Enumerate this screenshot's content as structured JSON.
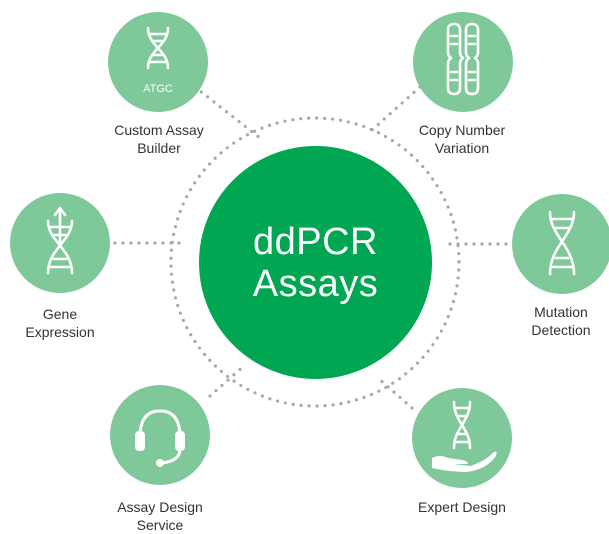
{
  "center": {
    "line1": "ddPCR",
    "line2": "Assays"
  },
  "nodes": {
    "custom_assay_builder": {
      "line1": "Custom Assay",
      "line2": "Builder",
      "icon_text": "ATGC",
      "icon": "dna-icon"
    },
    "copy_number_variation": {
      "line1": "Copy Number",
      "line2": "Variation",
      "icon": "chromosome-icon"
    },
    "gene_expression": {
      "line1": "Gene",
      "line2": "Expression",
      "icon": "dna-arrow-icon"
    },
    "mutation_detection": {
      "line1": "Mutation",
      "line2": "Detection",
      "icon": "dna-icon"
    },
    "assay_design_service": {
      "line1": "Assay Design",
      "line2": "Service",
      "icon": "headset-icon"
    },
    "expert_design": {
      "line1": "Expert Design",
      "icon": "dna-hand-icon"
    }
  },
  "colors": {
    "center": "#00a651",
    "node": "#7fc89a",
    "dots": "#a8a8a8",
    "text": "#333333"
  }
}
